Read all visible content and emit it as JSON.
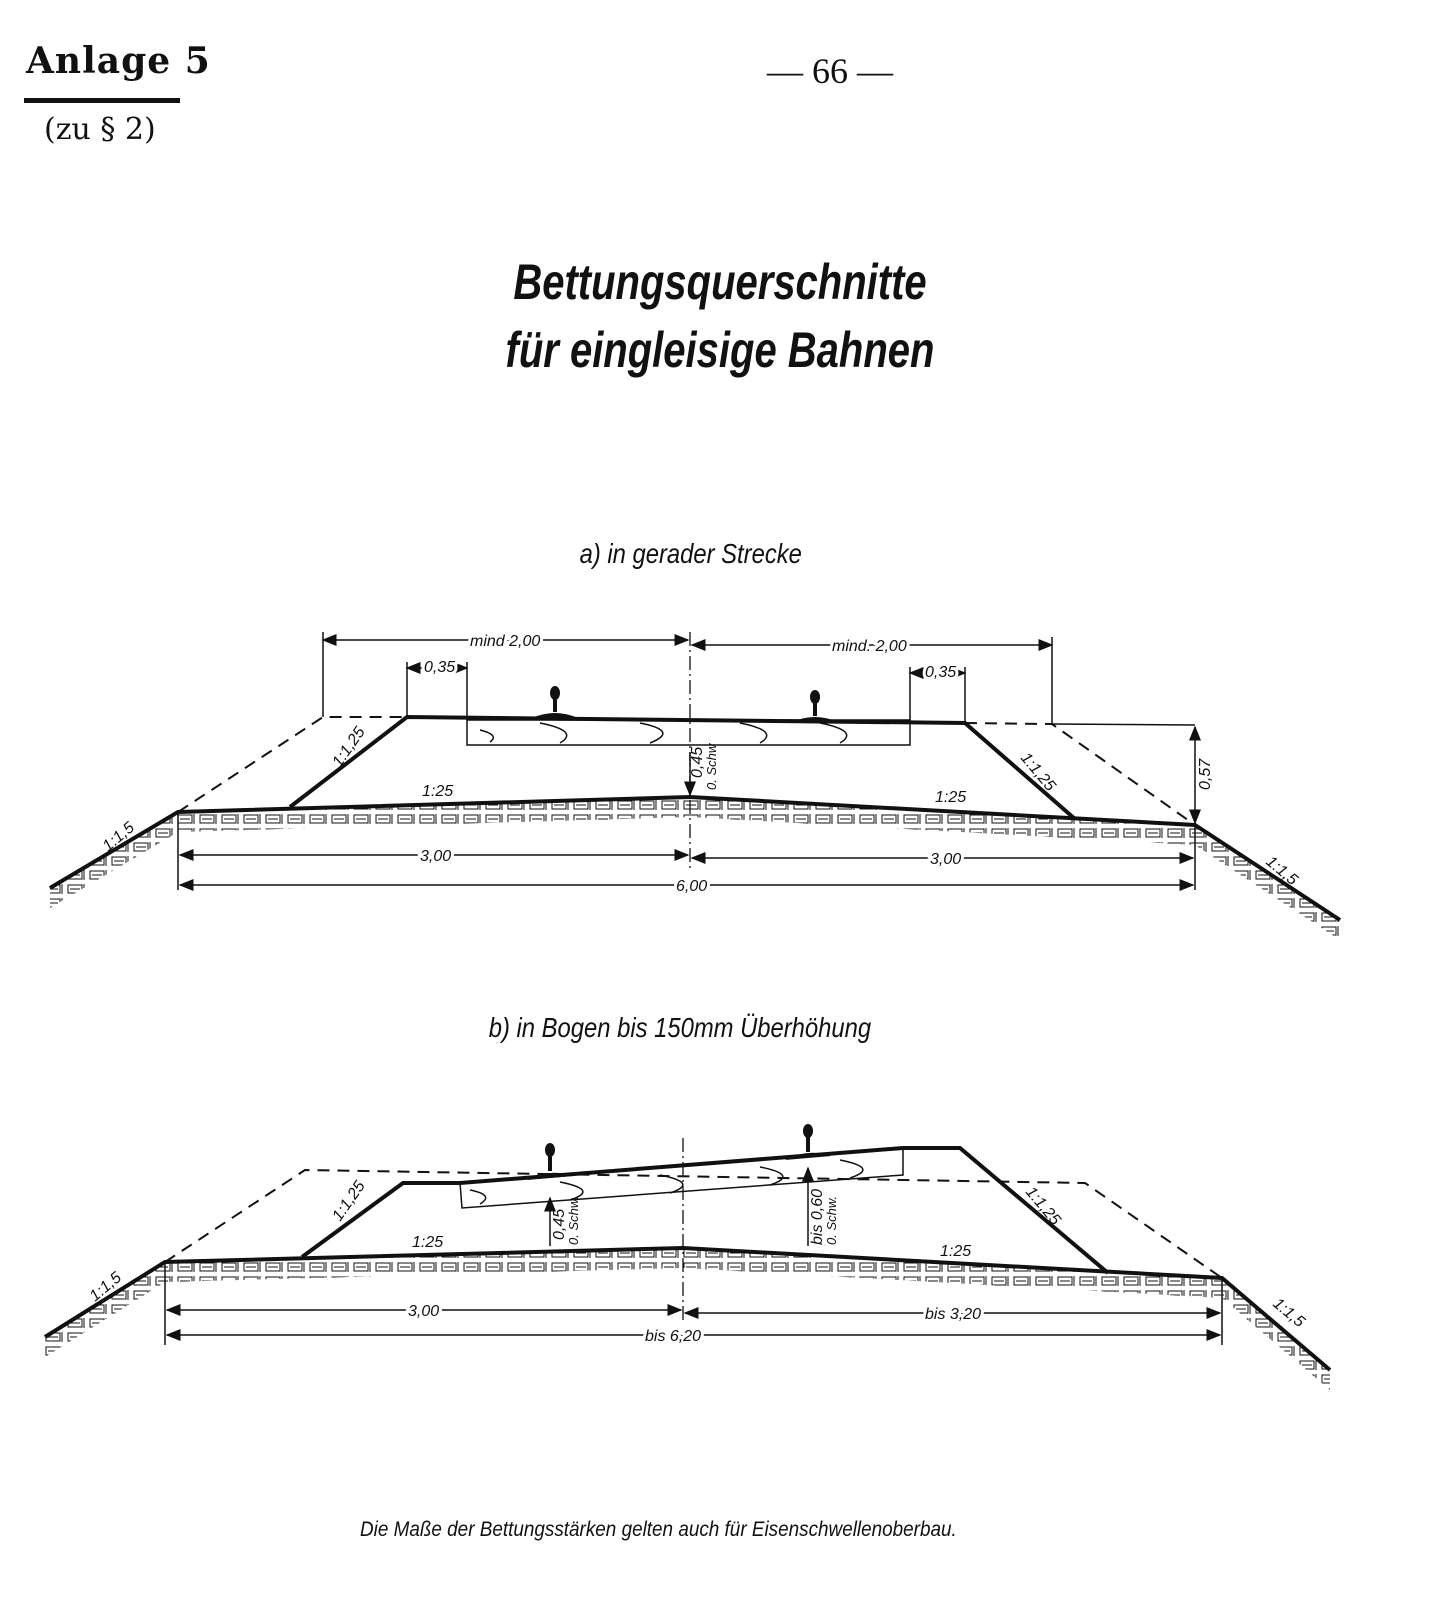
{
  "header": {
    "annex": "Anlage 5",
    "reference": "(zu § 2)",
    "page_number": "— 66 —"
  },
  "title": {
    "line1": "Bettungsquerschnitte",
    "line2": "für eingleisige Bahnen"
  },
  "section_a": {
    "caption": "a) in gerader Strecke",
    "dim_left_width": "mind 2,00",
    "dim_right_width": "mind. 2,00",
    "dim_left_shoulder": "0,35",
    "dim_right_shoulder": "0,35",
    "slope_ballast_left": "1:1,25",
    "slope_ballast_right": "1:1,25",
    "slope_subgrade_left": "1:25",
    "slope_subgrade_right": "1:25",
    "depth_value": "0,45",
    "depth_note": "0. Schw",
    "height": "0,57",
    "slope_embankment_left": "1:1,5",
    "slope_embankment_right": "1:1,5",
    "half_left": "3,00",
    "half_right": "3,00",
    "total": "6,00"
  },
  "section_b": {
    "caption": "b) in Bogen bis 150mm Überhöhung",
    "slope_ballast_left": "1:1,25",
    "slope_ballast_right": "1:1,25",
    "slope_subgrade_left": "1:25",
    "slope_subgrade_right": "1:25",
    "depth_left_value": "0,45",
    "depth_left_note": "0. Schw.",
    "depth_right_value": "bis 0,60",
    "depth_right_note": "0. Schw.",
    "slope_embankment_left": "1:1,5",
    "slope_embankment_right": "1:1,5",
    "half_left": "3,00",
    "half_right": "bis 3,20",
    "total": "bis 6,20"
  },
  "footer": "Die Maße der Bettungsstärken gelten auch für Eisenschwellenoberbau."
}
